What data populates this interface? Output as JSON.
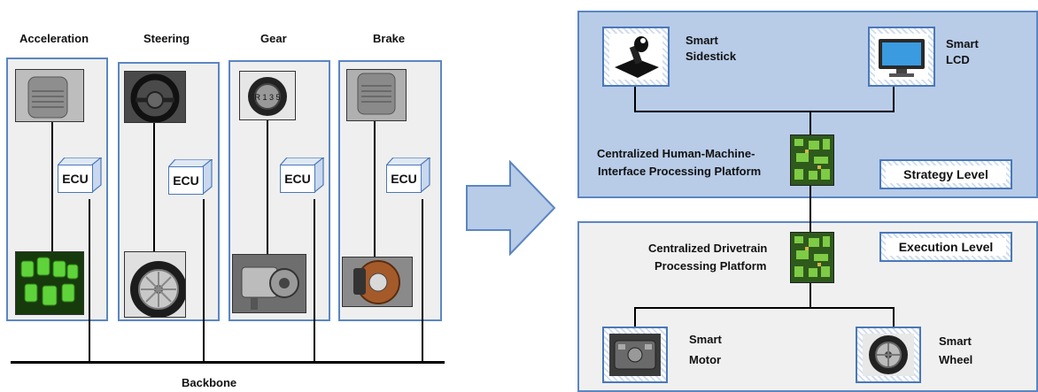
{
  "left_diagram": {
    "columns": [
      {
        "title": "Acceleration",
        "ecu": "ECU",
        "top_image": "accelerator-pedal",
        "bottom_image": "throttle-actuator"
      },
      {
        "title": "Steering",
        "ecu": "ECU",
        "top_image": "steering-wheel",
        "bottom_image": "wheel-tire"
      },
      {
        "title": "Gear",
        "ecu": "ECU",
        "top_image": "gear-shifter",
        "bottom_image": "gearbox"
      },
      {
        "title": "Brake",
        "ecu": "ECU",
        "top_image": "brake-pedal",
        "bottom_image": "brake-disc"
      }
    ],
    "backbone_label": "Backbone"
  },
  "right_diagram": {
    "strategy": {
      "level_label": "Strategy Level",
      "sidestick": {
        "line1": "Smart",
        "line2": "Sidestick"
      },
      "lcd": {
        "line1": "Smart",
        "line2": "LCD"
      },
      "hmi_platform": {
        "line1": "Centralized Human-Machine-",
        "line2": "Interface Processing Platform"
      }
    },
    "execution": {
      "level_label": "Execution Level",
      "drivetrain_platform": {
        "line1": "Centralized Drivetrain",
        "line2": "Processing Platform"
      },
      "motor": {
        "line1": "Smart",
        "line2": "Motor"
      },
      "wheel": {
        "line1": "Smart",
        "line2": "Wheel"
      }
    }
  },
  "colors": {
    "panel_top": "#b8cce8",
    "panel_bottom": "#f0f0f0",
    "border": "#5b86c2",
    "arrow": "#b8cce8"
  }
}
